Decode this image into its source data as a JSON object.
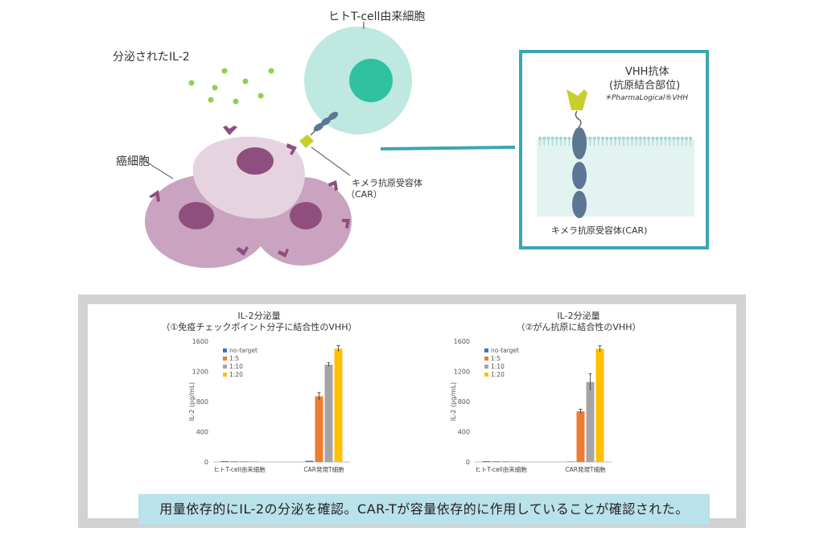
{
  "diagram": {
    "secreted_il2_label": "分泌されたIL-2",
    "t_cell_label": "ヒトT-cell由来細胞",
    "cancer_cell_label": "癌細胞",
    "car_label_line1": "キメラ抗原受容体",
    "car_label_line2": "（CAR）",
    "zoom": {
      "vhh_title": "VHH抗体",
      "vhh_sub": "(抗原結合部位)",
      "vhh_note": "＊PharmaLogical®VHH",
      "car_label": "キメラ抗原受容体(CAR)"
    }
  },
  "colors": {
    "accent": "#3aa6b4",
    "il2_dot": "#8fd14f",
    "t_cell": "#bfe8e0",
    "t_nucleus": "#2fc1a0",
    "cancer_cell": "#c9a3bf",
    "cancer_nucleus": "#8f4f7e",
    "receptor": "#8f4f7e",
    "vhh": "#c7cf2a",
    "car_domain": "#5b7794",
    "series": [
      "#4472c4",
      "#ed7d31",
      "#a5a5a5",
      "#ffc000"
    ]
  },
  "chart_data": [
    {
      "type": "bar",
      "title_line1": "IL-2分泌量",
      "title_line2": "（①免疫チェックポイント分子に結合性のVHH）",
      "ylabel": "IL-2 (pg/mL)",
      "ylim": [
        0,
        1600
      ],
      "yticks": [
        "0",
        "400",
        "800",
        "1200",
        "1600"
      ],
      "categories": [
        "ヒトT-cell由来細胞",
        "CAR発現T細胞"
      ],
      "series": [
        {
          "name": "no-target",
          "values": [
            10,
            15
          ],
          "errors": [
            0,
            0
          ]
        },
        {
          "name": "1:5",
          "values": [
            10,
            870
          ],
          "errors": [
            0,
            50
          ]
        },
        {
          "name": "1:10",
          "values": [
            10,
            1290
          ],
          "errors": [
            0,
            25
          ]
        },
        {
          "name": "1:20",
          "values": [
            10,
            1500
          ],
          "errors": [
            0,
            40
          ]
        }
      ],
      "legend": "top-left"
    },
    {
      "type": "bar",
      "title_line1": "IL-2分泌量",
      "title_line2": "（②がん抗原に結合性のVHH）",
      "ylabel": "IL-2 (pg/mL)",
      "ylim": [
        0,
        1600
      ],
      "yticks": [
        "0",
        "400",
        "800",
        "1200",
        "1600"
      ],
      "categories": [
        "ヒトT-cell由来細胞",
        "CAR発現T細胞"
      ],
      "series": [
        {
          "name": "no-target",
          "values": [
            10,
            5
          ],
          "errors": [
            0,
            0
          ]
        },
        {
          "name": "1:5",
          "values": [
            10,
            670
          ],
          "errors": [
            0,
            30
          ]
        },
        {
          "name": "1:10",
          "values": [
            10,
            1060
          ],
          "errors": [
            0,
            110
          ]
        },
        {
          "name": "1:20",
          "values": [
            10,
            1500
          ],
          "errors": [
            0,
            40
          ]
        }
      ],
      "legend": "top-left"
    }
  ],
  "conclusion": "用量依存的にIL-2の分泌を確認。CAR-Tが容量依存的に作用していることが確認された。"
}
